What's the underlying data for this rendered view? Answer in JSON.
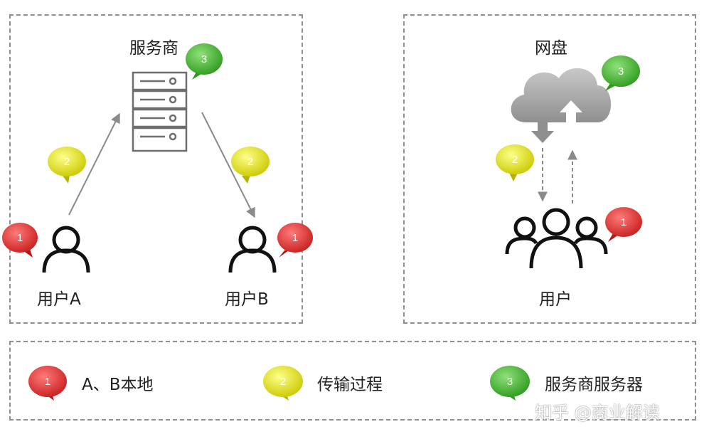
{
  "left_panel": {
    "server_label": "服务商",
    "user_a_label": "用户A",
    "user_b_label": "用户B"
  },
  "right_panel": {
    "cloud_label": "网盘",
    "user_label": "用户"
  },
  "badges": {
    "one": "1",
    "two": "2",
    "three": "3"
  },
  "legend": {
    "items": [
      {
        "badge": "1",
        "label": "A、B本地"
      },
      {
        "badge": "2",
        "label": "传输过程"
      },
      {
        "badge": "3",
        "label": "服务商服务器"
      }
    ]
  },
  "watermark": "知乎 @商业解读",
  "colors": {
    "red": "#d92b2b",
    "yellow": "#dede12",
    "green": "#3fae2a",
    "dash": "#8f8f8f"
  }
}
